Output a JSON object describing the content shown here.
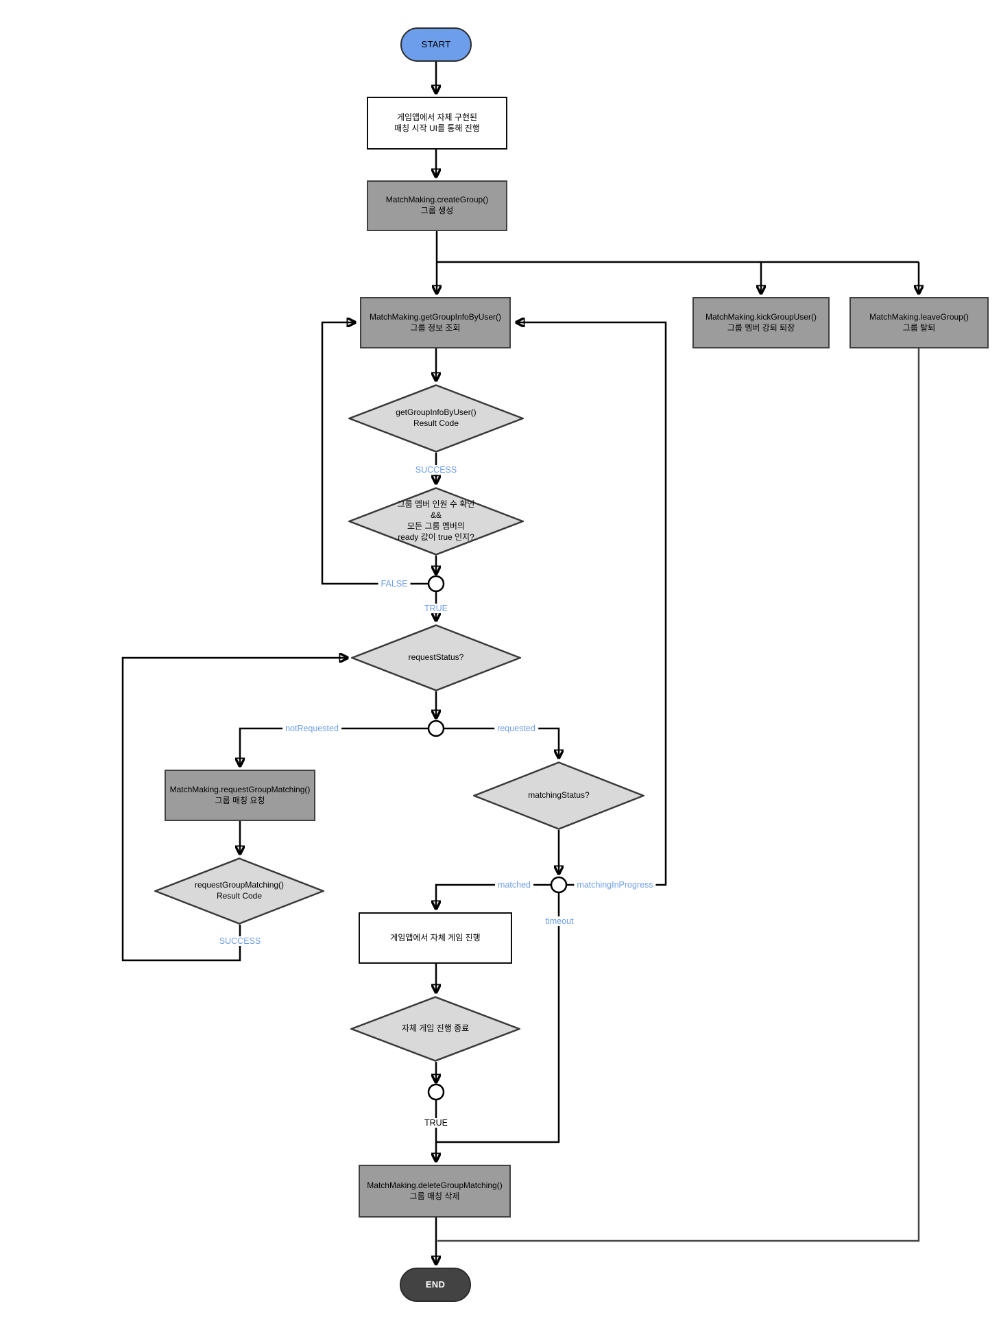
{
  "colors": {
    "accent-blue": "#6d9eeb",
    "label-blue": "#6d9eeb",
    "process-fill": "#9c9c9c",
    "process-border": "#404040",
    "decision-fill": "#d9d9d9",
    "decision-border": "#3a3a3a",
    "io-fill": "#ffffff",
    "io-border": "#0d0d0d",
    "end-fill": "#434343",
    "end-text": "#ffffff",
    "line-color": "#000000"
  },
  "nodes": {
    "start": "START",
    "ui_entry": "게임앱에서 자체 구현된\n매칭 시작 UI를 통해 진행",
    "create_group": "MatchMaking.createGroup()\n그룹 생성",
    "get_group_info": "MatchMaking.getGroupInfoByUser()\n그룹 정보 조회",
    "kick_group_user": "MatchMaking.kickGroupUser()\n그룹 멤버 강퇴 퇴장",
    "leave_group": "MatchMaking.leaveGroup()\n그룹 탈퇴",
    "get_group_info_result": "getGroupInfoByUser()\nResult Code",
    "member_ready_check": "그룹 멤버 인원 수 확인\n&&\n모든 그룹 멤버의\nready 값이 true 인지?",
    "request_status": "requestStatus?",
    "request_group_matching": "MatchMaking.requestGroupMatching()\n그룹 매칭 요청",
    "request_group_matching_result": "requestGroupMatching()\nResult Code",
    "matching_status": "matchingStatus?",
    "game_play": "게임앱에서 자체 게임 진행",
    "game_end_check": "자체 게임 진행 종료",
    "delete_group_matching": "MatchMaking.deleteGroupMatching()\n그룹 매칭 삭제",
    "end": "END"
  },
  "edge_labels": {
    "success_get_info": "SUCCESS",
    "false_ready": "FALSE",
    "true_ready": "TRUE",
    "not_requested": "notRequested",
    "requested": "requested",
    "success_request": "SUCCESS",
    "matched": "matched",
    "matching_in_progress": "matchingInProgress",
    "timeout": "timeout",
    "true_game_end": "TRUE"
  }
}
